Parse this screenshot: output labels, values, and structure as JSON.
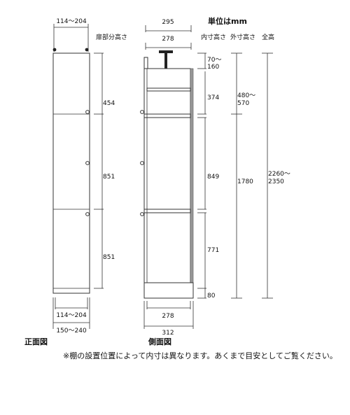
{
  "unit_label": "単位はmm",
  "headers": {
    "door_height": "扉部分高さ",
    "inner_height": "内寸高さ",
    "outer_height": "外寸高さ",
    "total_height": "全高"
  },
  "front": {
    "top_width": "114～204",
    "bottom_inner_width": "114～204",
    "bottom_outer_width": "150～240",
    "door_heights": [
      "454",
      "851",
      "851"
    ],
    "label": "正面図"
  },
  "side": {
    "top_outer_depth": "295",
    "top_inner_depth": "278",
    "bottom_inner_depth": "278",
    "bottom_outer_depth": "312",
    "inner_heights": [
      "70～\n160",
      "374",
      "849",
      "771",
      "80"
    ],
    "outer_heights": [
      "480～\n570",
      "1780"
    ],
    "total_height": "2260～\n2350",
    "label": "側面図"
  },
  "note": "※棚の設置位置によって内寸は異なります。あくまで目安としてご覧ください。"
}
